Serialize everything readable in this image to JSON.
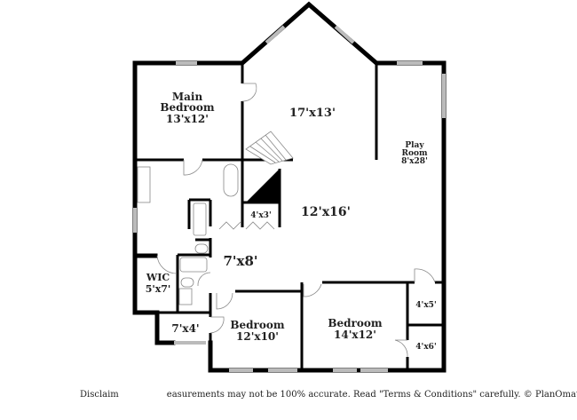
{
  "rooms": {
    "main_bedroom": {
      "name_line1": "Main",
      "name_line2": "Bedroom",
      "size": "13'x12'"
    },
    "great_room": {
      "size": "17'x13'"
    },
    "living": {
      "size": "12'x16'"
    },
    "closet_small": {
      "size": "4'x3'"
    },
    "play_room": {
      "name_line1": "Play",
      "name_line2": "Room",
      "size": "8'x28'"
    },
    "hall": {
      "size": "7'x8'"
    },
    "wic": {
      "name": "WIC",
      "size": "5'x7'"
    },
    "storage": {
      "size": "7'x4'"
    },
    "bedroom_2": {
      "name": "Bedroom",
      "size": "12'x10'"
    },
    "bedroom_3": {
      "name": "Bedroom",
      "size": "14'x12'"
    },
    "closet_a": {
      "size": "4'x5'"
    },
    "closet_b": {
      "size": "4'x6'"
    }
  },
  "disclaimer": {
    "left": "Disclaim",
    "right": "easurements may not be 100% accurate. Read \"Terms & Conditions\" carefully. © PlanOmatic"
  }
}
